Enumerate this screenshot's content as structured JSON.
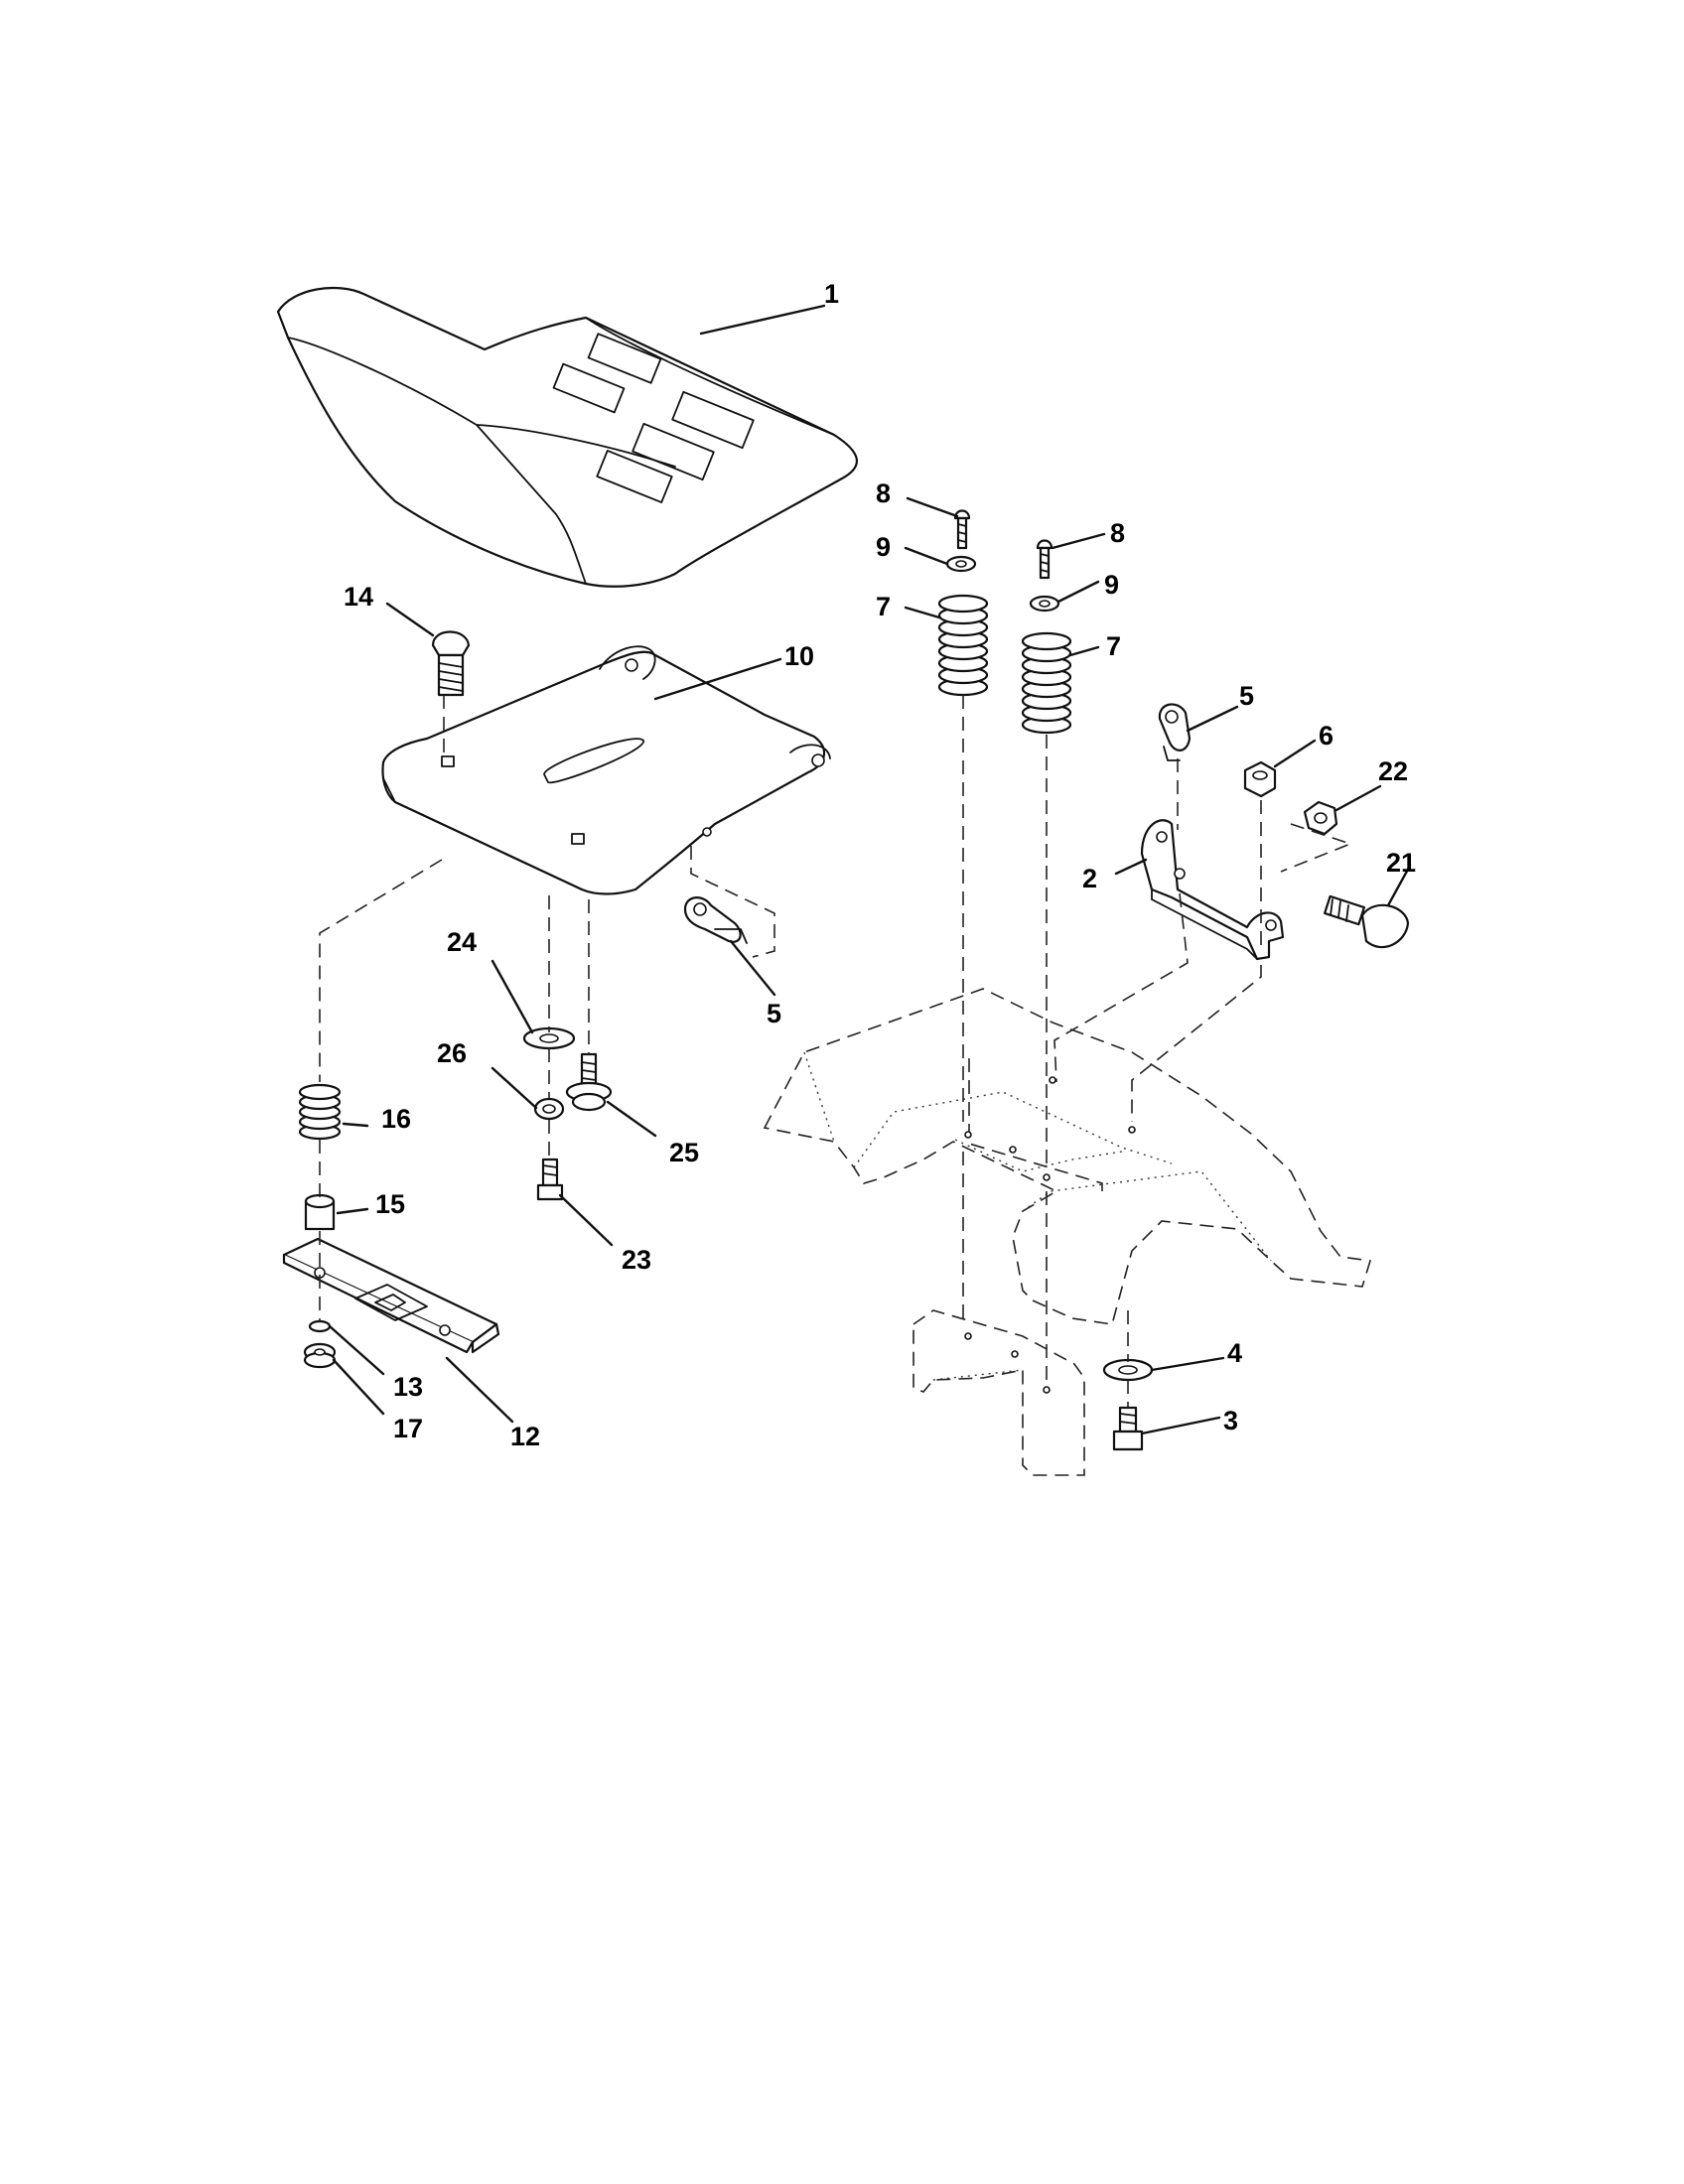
{
  "callouts": {
    "c1": "1",
    "c2": "2",
    "c3": "3",
    "c4": "4",
    "c5a": "5",
    "c5b": "5",
    "c6": "6",
    "c7a": "7",
    "c7b": "7",
    "c8a": "8",
    "c8b": "8",
    "c9a": "9",
    "c9b": "9",
    "c10": "10",
    "c12": "12",
    "c13": "13",
    "c14": "14",
    "c15": "15",
    "c16": "16",
    "c17": "17",
    "c21": "21",
    "c22": "22",
    "c23": "23",
    "c24": "24",
    "c25": "25",
    "c26": "26"
  }
}
